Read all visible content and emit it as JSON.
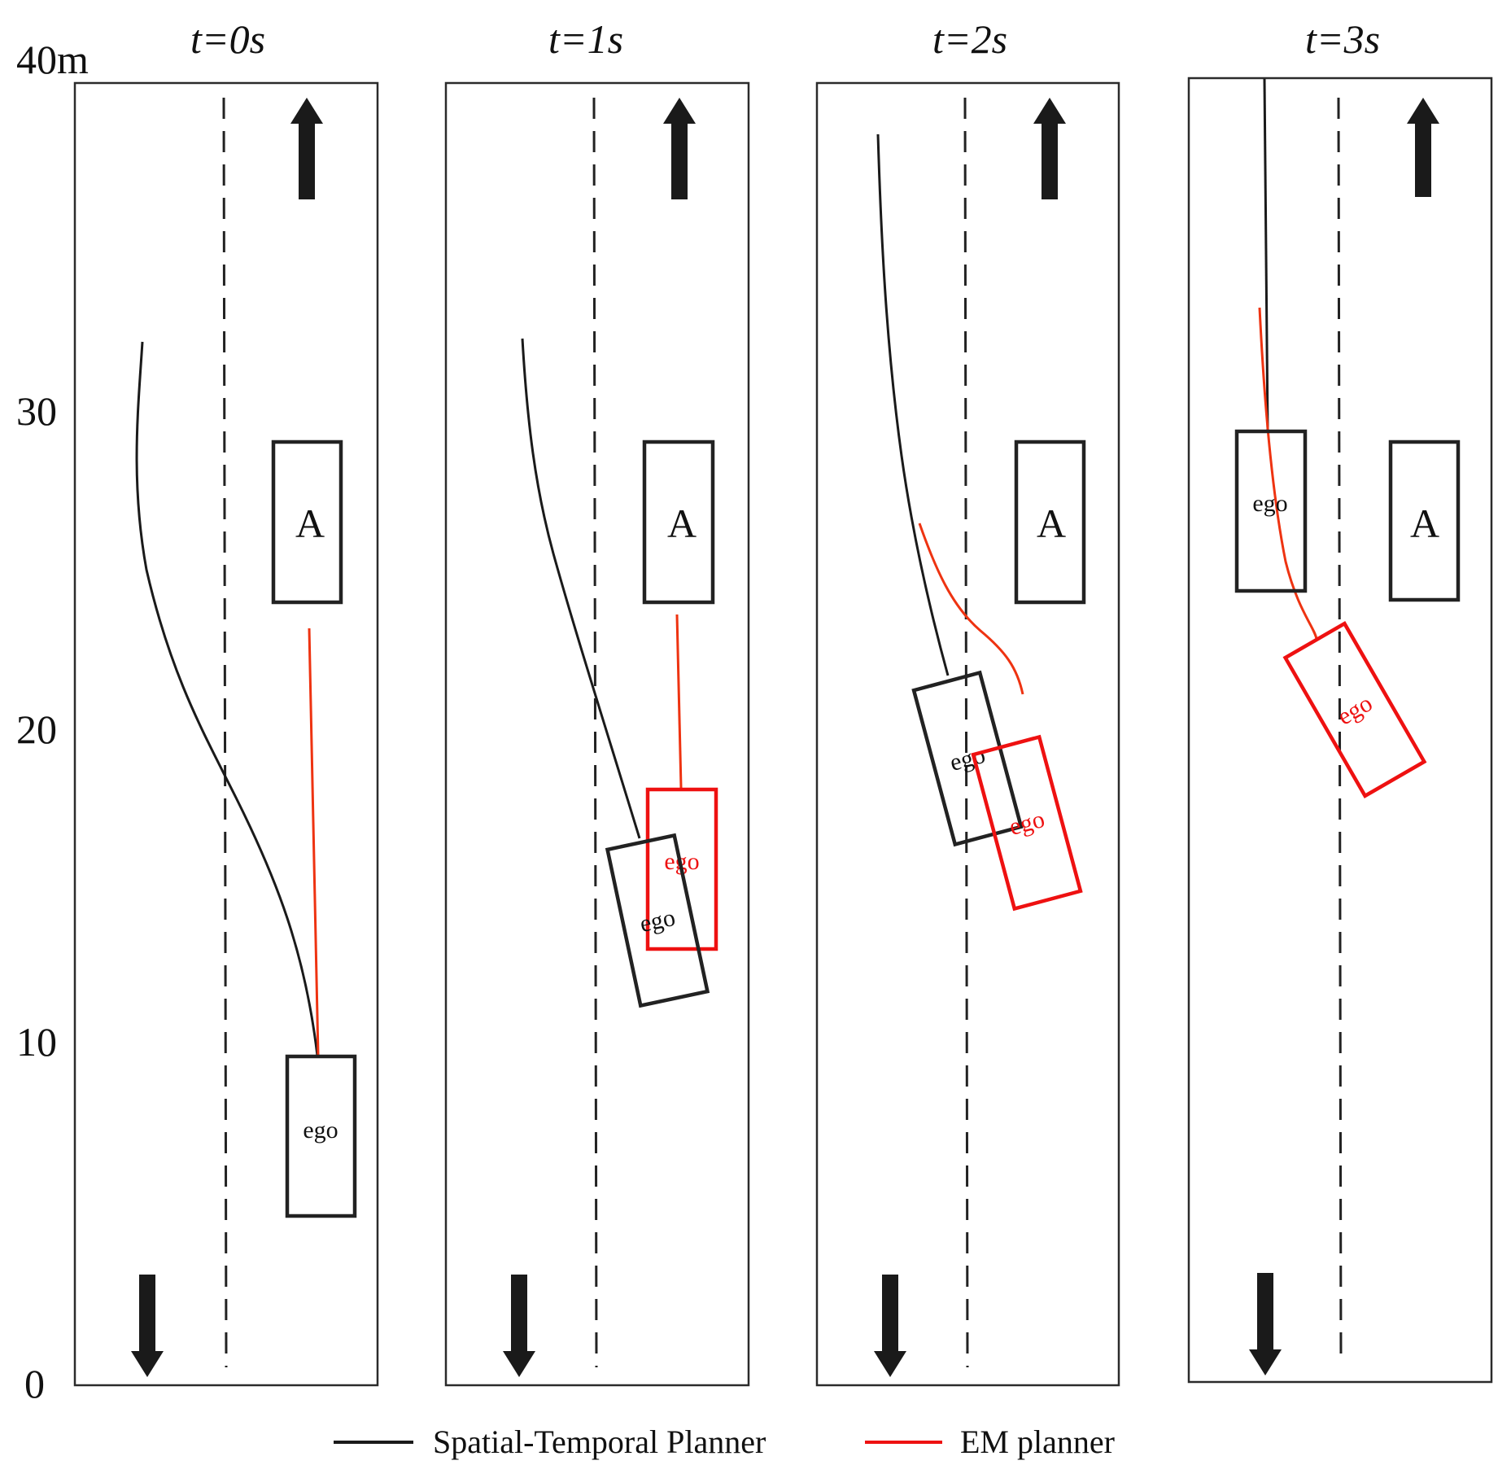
{
  "panels": [
    {
      "title": "t=0s"
    },
    {
      "title": "t=1s"
    },
    {
      "title": "t=2s"
    },
    {
      "title": "t=3s"
    }
  ],
  "y_axis": {
    "ticks": [
      {
        "value": 40,
        "label": "40m"
      },
      {
        "value": 30,
        "label": "30"
      },
      {
        "value": 20,
        "label": "20"
      },
      {
        "value": 10,
        "label": "10"
      },
      {
        "value": 0,
        "label": "0"
      }
    ]
  },
  "obstacle_label": "A",
  "vehicle_label": "ego",
  "legend": [
    {
      "label": "Spatial-Temporal Planner",
      "color": "#1a1a1a"
    },
    {
      "label": "EM planner",
      "color": "#ee1111"
    }
  ],
  "colors": {
    "spatial_temporal": "#1a1a1a",
    "em_planner": "#ee1111"
  },
  "icons": [
    "up-arrow-icon",
    "down-arrow-icon"
  ]
}
